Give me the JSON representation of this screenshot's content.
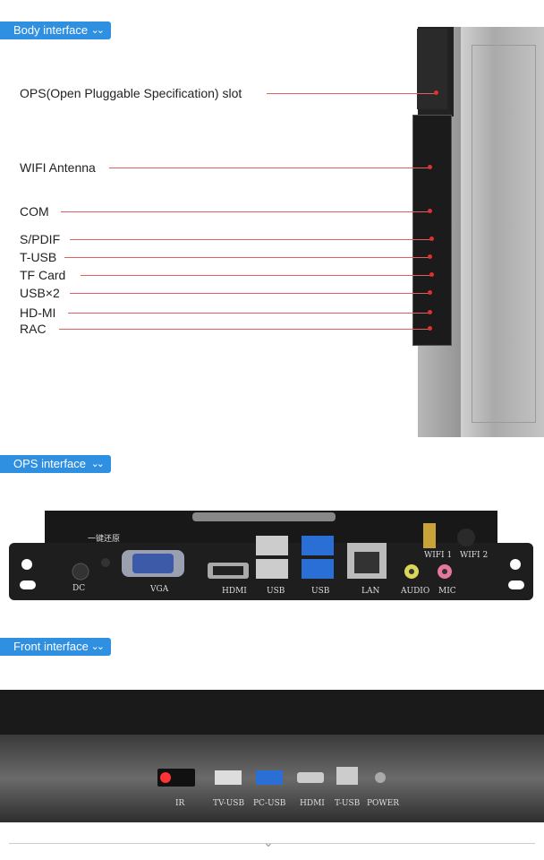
{
  "sections": {
    "body": {
      "title": "Body interface"
    },
    "ops": {
      "title": "OPS interface"
    },
    "front": {
      "title": "Front interface"
    }
  },
  "body_labels": [
    {
      "text": "OPS(Open Pluggable Specification) slot"
    },
    {
      "text": "WIFI Antenna"
    },
    {
      "text": "COM"
    },
    {
      "text": "S/PDIF"
    },
    {
      "text": "T-USB"
    },
    {
      "text": "TF Card"
    },
    {
      "text": "USB×2"
    },
    {
      "text": "HD-MI"
    },
    {
      "text": "RAC"
    }
  ],
  "ops_ports": {
    "reset": "一键还原",
    "dc": "DC",
    "vga": "VGA",
    "hdmi": "HDMI",
    "usb1": "USB",
    "usb2": "USB",
    "lan": "LAN",
    "audio": "AUDIO",
    "mic": "MIC",
    "wifi1": "WIFI 1",
    "wifi2": "WIFI 2"
  },
  "front_ports": {
    "ir": "IR",
    "tv_usb": "TV-USB",
    "pc_usb": "PC-USB",
    "hdmi": "HDMI",
    "t_usb": "T-USB",
    "power": "POWER"
  },
  "colors": {
    "badge": "#2f8fe0",
    "leader": "#e06060",
    "usb3": "#2a6fd6"
  }
}
